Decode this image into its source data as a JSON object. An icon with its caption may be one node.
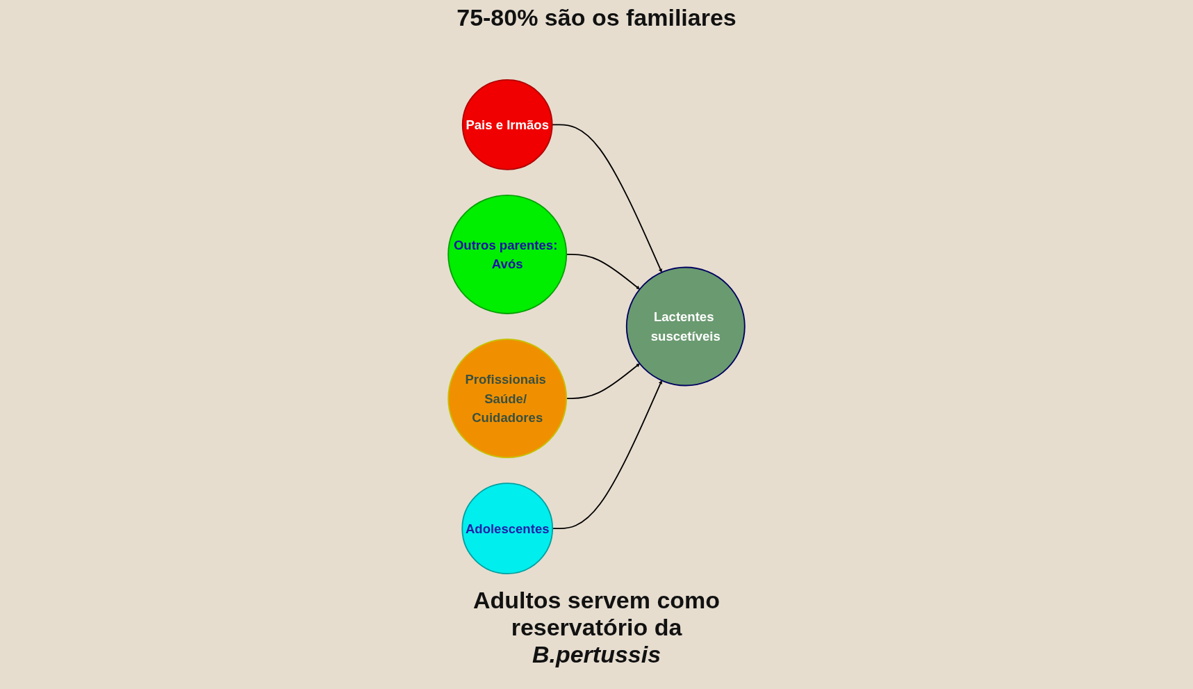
{
  "diagram": {
    "nodes": [
      {
        "text": [
          "Pais e Irmãos"
        ]
      },
      {
        "text": [
          "Outros parentes: Avós"
        ]
      },
      {
        "text": [
          "Lactentes suscetíveis"
        ]
      },
      {
        "text": [
          "Profissionais Saúde/ Cuidadores"
        ]
      },
      {
        "text": [
          "Adolescentes"
        ]
      }
    ],
    "edges": [
      {
        "from": 0,
        "to": 2,
        "arrow": "to"
      },
      {
        "from": 1,
        "to": 2,
        "arrow": "to"
      },
      {
        "from": 3,
        "to": 2,
        "arrow": "to"
      },
      {
        "from": 4,
        "to": 2,
        "arrow": "to"
      }
    ],
    "labels": [
      "75-80% são os familiares",
      "Adultos servem como reservatório da *B.pertussis*"
    ]
  }
}
